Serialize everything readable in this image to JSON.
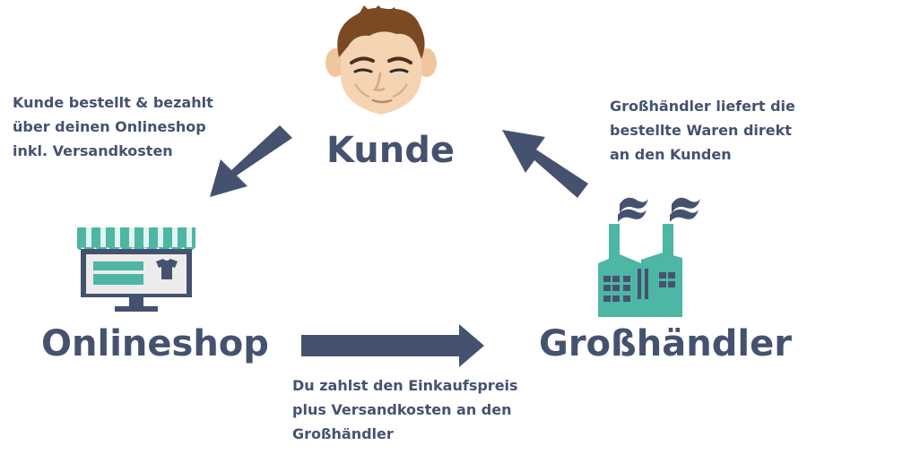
{
  "nodes": {
    "customer": {
      "title": "Kunde"
    },
    "onlineshop": {
      "title": "Onlineshop"
    },
    "wholesaler": {
      "title": "Großhändler"
    }
  },
  "flows": {
    "customer_to_shop": {
      "lines": [
        "Kunde bestellt & bezahlt",
        "über deinen Onlineshop",
        "inkl. Versandkosten"
      ]
    },
    "shop_to_wholesaler": {
      "lines": [
        "Du zahlst den Einkaufspreis",
        "plus Versandkosten an den",
        "Großhändler"
      ]
    },
    "wholesaler_to_customer": {
      "lines": [
        "Großhändler liefert die",
        "bestellte Waren direkt",
        "an den Kunden"
      ]
    }
  },
  "icons": {
    "customer": "customer-face-icon",
    "onlineshop": "shop-monitor-icon",
    "wholesaler": "factory-icon"
  },
  "colors": {
    "text": "#45526f",
    "arrow": "#45526f",
    "teal": "#4db6a4",
    "skin": "#f2d2b0",
    "hair": "#7a4a25"
  }
}
